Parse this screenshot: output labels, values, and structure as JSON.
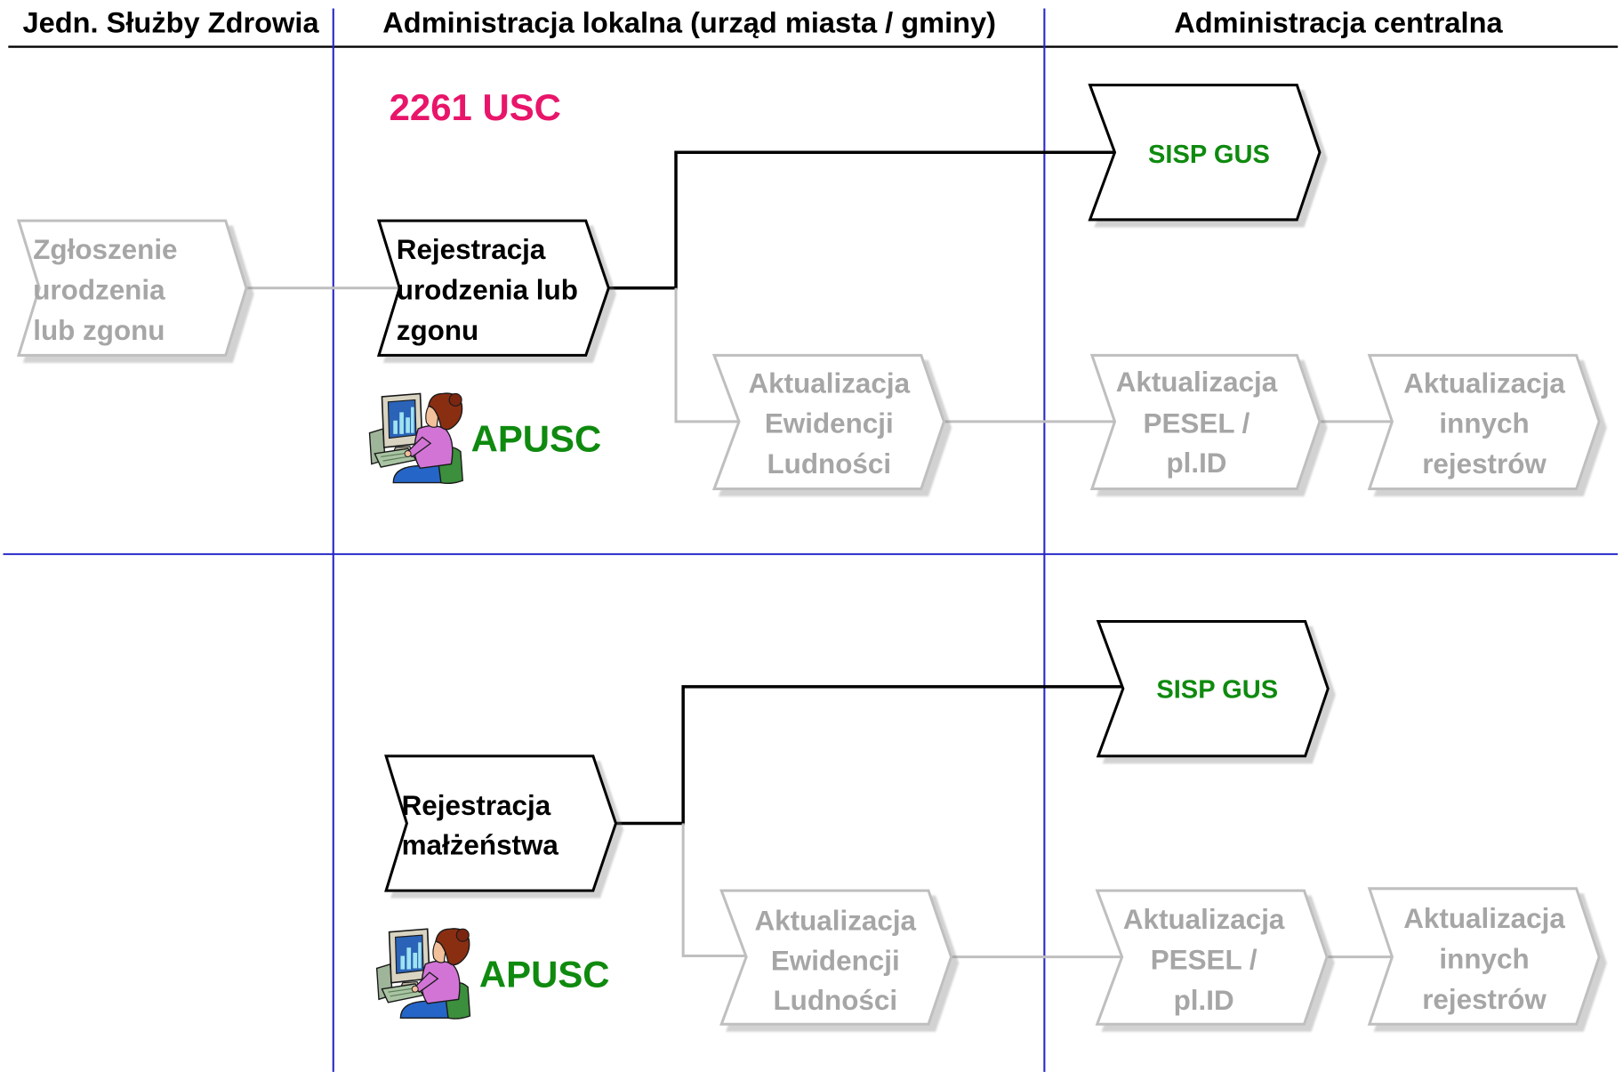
{
  "lanes": {
    "health_service": "Jedn. Służby Zdrowia",
    "local_administration": "Administracja lokalna (urząd miasta / gminy)",
    "central_administration": "Administracja centralna"
  },
  "birth_death": {
    "office_count": "2261 USC",
    "notification": [
      "Zgłoszenie",
      "urodzenia",
      "lub zgonu"
    ],
    "registration": [
      "Rejestracja",
      "urodzenia lub",
      "zgonu"
    ],
    "statistics_system": "SISP GUS",
    "population_register_update": [
      "Aktualizacja",
      "Ewidencji",
      "Ludności"
    ],
    "pesel_update": [
      "Aktualizacja",
      "PESEL /",
      "pl.ID"
    ],
    "other_registers_update": [
      "Aktualizacja",
      "innych",
      "rejestrów"
    ],
    "workstation": {
      "label": "APUSC",
      "icon": "computer-user-icon"
    }
  },
  "marriage": {
    "registration": [
      "Rejestracja",
      "małżeństwa"
    ],
    "statistics_system": "SISP GUS",
    "population_register_update": [
      "Aktualizacja",
      "Ewidencji",
      "Ludności"
    ],
    "pesel_update": [
      "Aktualizacja",
      "PESEL /",
      "pl.ID"
    ],
    "other_registers_update": [
      "Aktualizacja",
      "innych",
      "rejestrów"
    ],
    "workstation": {
      "label": "APUSC",
      "icon": "computer-user-icon"
    }
  },
  "colors": {
    "lane_divider": "#2828C8",
    "header_rule": "#000000",
    "active_step": "#000000",
    "inactive_step": "#BFBFBF",
    "inactive_text": "#A6A6A6",
    "system_label": "#0F8A0F",
    "office_count": "#E8156A"
  }
}
